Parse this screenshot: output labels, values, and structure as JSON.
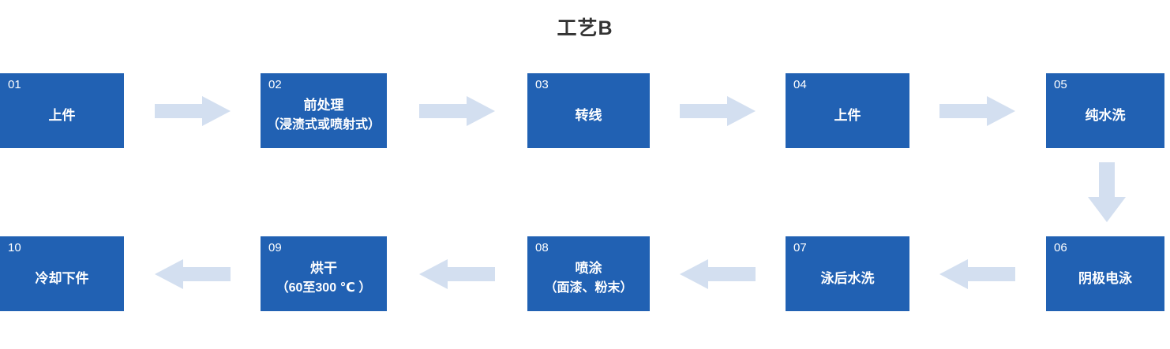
{
  "title": "工艺B",
  "colors": {
    "box": "#2161b3",
    "arrow": "#d3dff0",
    "box_text": "#ffffff",
    "title_text": "#333333"
  },
  "flow": {
    "steps": [
      {
        "number": "01",
        "label": "上件",
        "sublabel": ""
      },
      {
        "number": "02",
        "label": "前处理",
        "sublabel": "（浸渍式或喷射式）"
      },
      {
        "number": "03",
        "label": "转线",
        "sublabel": ""
      },
      {
        "number": "04",
        "label": "上件",
        "sublabel": ""
      },
      {
        "number": "05",
        "label": "纯水洗",
        "sublabel": ""
      },
      {
        "number": "06",
        "label": "阴极电泳",
        "sublabel": ""
      },
      {
        "number": "07",
        "label": "泳后水洗",
        "sublabel": ""
      },
      {
        "number": "08",
        "label": "喷涂",
        "sublabel": "（面漆、粉末）"
      },
      {
        "number": "09",
        "label": "烘干",
        "sublabel": "（60至300 ℃ ）"
      },
      {
        "number": "10",
        "label": "冷却下件",
        "sublabel": ""
      }
    ],
    "connections": [
      {
        "from": "01",
        "to": "02",
        "direction": "right"
      },
      {
        "from": "02",
        "to": "03",
        "direction": "right"
      },
      {
        "from": "03",
        "to": "04",
        "direction": "right"
      },
      {
        "from": "04",
        "to": "05",
        "direction": "right"
      },
      {
        "from": "05",
        "to": "06",
        "direction": "down"
      },
      {
        "from": "06",
        "to": "07",
        "direction": "left"
      },
      {
        "from": "07",
        "to": "08",
        "direction": "left"
      },
      {
        "from": "08",
        "to": "09",
        "direction": "left"
      },
      {
        "from": "09",
        "to": "10",
        "direction": "left"
      }
    ]
  }
}
